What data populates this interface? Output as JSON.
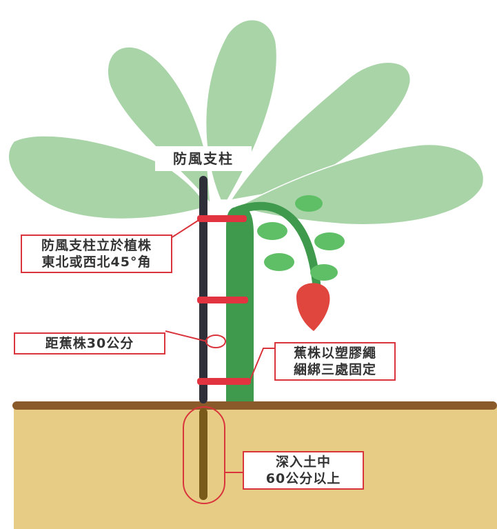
{
  "diagram": {
    "pole_label": "防風支柱",
    "annotations": [
      {
        "lines": [
          "防風支柱立於植株",
          "東北或西北45°角"
        ]
      },
      {
        "lines": [
          "距蕉株30公分"
        ]
      },
      {
        "lines": [
          "蕉株以塑膠繩",
          "綑綁三處固定"
        ]
      },
      {
        "lines": [
          "深入土中",
          "60公分以上"
        ]
      }
    ]
  },
  "colors": {
    "leaf": "#a9d4a8",
    "leaf_vein": "#ffffff",
    "trunk": "#3f9a4e",
    "banana": "#5fbf66",
    "flower": "#e0453e",
    "pole": "#2f2f3a",
    "tie": "#e23340",
    "ground_line": "#8b5a2b",
    "soil": "#e6cc84",
    "annotation_border": "#d9333b"
  }
}
